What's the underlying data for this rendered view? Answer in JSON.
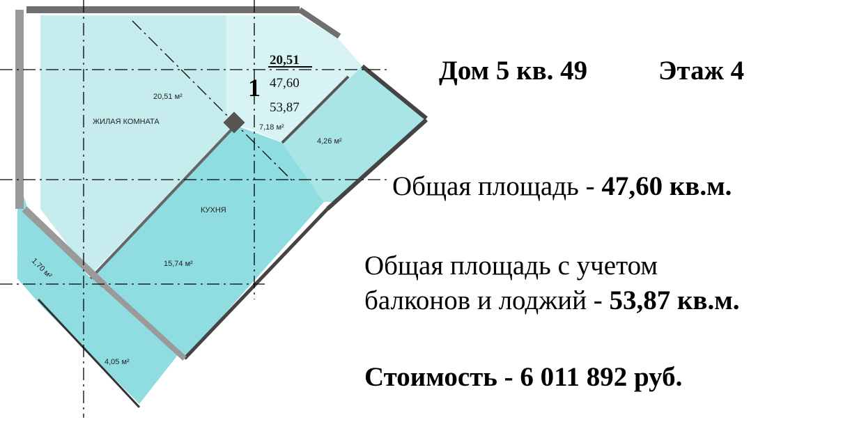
{
  "plan": {
    "room_number": "1",
    "summary": {
      "living_area": "20,51",
      "total_area": "47,60",
      "total_with_balconies": "53,87"
    },
    "rooms": [
      {
        "name": "ЖИЛАЯ КОМНАТА",
        "area": "20,51 м²"
      },
      {
        "name": "КУХНЯ",
        "area": "15,74 м²"
      },
      {
        "name": "",
        "area": "7,18 м²"
      },
      {
        "name": "",
        "area": "4,26 м²"
      },
      {
        "name": "",
        "area": "1,70 м²"
      },
      {
        "name": "",
        "area": "4,05 м²"
      }
    ],
    "colors": {
      "living": "#c6ecee",
      "hall": "#d8f3f4",
      "kitchen": "#8fdce1",
      "bath": "#a9e4e7",
      "wall": "#7a7a7a"
    }
  },
  "info": {
    "house": "Дом 5 кв. 49",
    "floor": "Этаж 4",
    "total_label": "Общая площадь - ",
    "total_value": "47,60 кв.м.",
    "total_balc_label_1": "Общая площадь с учетом",
    "total_balc_label_2": "балконов и лоджий - ",
    "total_balc_value": "53,87 кв.м.",
    "price_label": "Стоимость - ",
    "price_value": "6 011 892 руб."
  }
}
